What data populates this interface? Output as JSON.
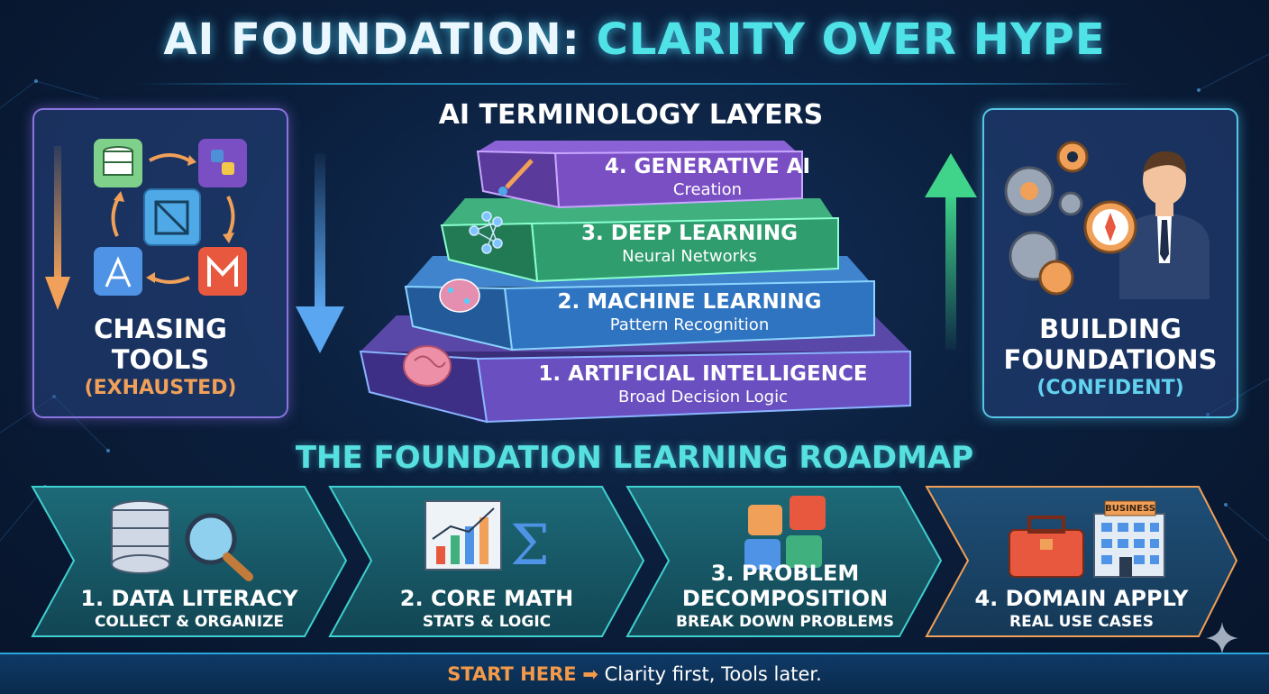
{
  "title": {
    "part1": "AI FOUNDATION:",
    "part2": "CLARITY OVER HYPE"
  },
  "left_panel": {
    "label_line1": "CHASING",
    "label_line2": "TOOLS",
    "status": "(EXHAUSTED)",
    "status_color": "#f0a058"
  },
  "right_panel": {
    "label_line1": "BUILDING",
    "label_line2": "FOUNDATIONS",
    "status": "(CONFIDENT)",
    "status_color": "#62d2ef"
  },
  "layers": {
    "title": "AI TERMINOLOGY LAYERS",
    "items": [
      {
        "name": "4. GENERATIVE AI",
        "sub": "Creation",
        "icon": "paintbrush-icon",
        "color": "#7a4fc4"
      },
      {
        "name": "3. DEEP LEARNING",
        "sub": "Neural Networks",
        "icon": "neural-network-icon",
        "color": "#2f9d6e"
      },
      {
        "name": "2. MACHINE LEARNING",
        "sub": "Pattern Recognition",
        "icon": "brain-circuit-icon",
        "color": "#2f74c0"
      },
      {
        "name": "1. ARTIFICIAL INTELLIGENCE",
        "sub": "Broad Decision Logic",
        "icon": "brain-icon",
        "color": "#6a4fc0"
      }
    ]
  },
  "roadmap": {
    "title": "THE FOUNDATION LEARNING ROADMAP",
    "steps": [
      {
        "name": "1. DATA LITERACY",
        "sub": "COLLECT & ORGANIZE",
        "icon": "database-search-icon"
      },
      {
        "name": "2. CORE MATH",
        "sub": "STATS & LOGIC",
        "icon": "chart-sigma-icon"
      },
      {
        "name_line1": "3. PROBLEM",
        "name_line2": "DECOMPOSITION",
        "sub": "BREAK DOWN PROBLEMS",
        "icon": "puzzle-icon"
      },
      {
        "name": "4. DOMAIN APPLY",
        "sub": "REAL USE CASES",
        "icon": "toolbox-building-icon",
        "building_sign": "BUSINESS"
      }
    ]
  },
  "footer": {
    "start": "START HERE",
    "arrow": "➡",
    "text": "Clarity first, Tools later."
  }
}
